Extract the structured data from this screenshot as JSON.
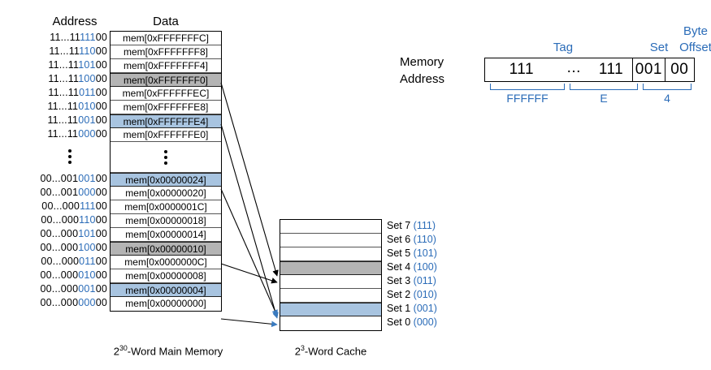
{
  "headers": {
    "address": "Address",
    "data": "Data"
  },
  "memory": {
    "caption_base": "2",
    "caption_exp": "30",
    "caption_rest": "-Word Main Memory",
    "upper_rows": [
      {
        "prefix": "11...11",
        "set_bits": "111",
        "offset": "00",
        "data": "mem[0xFFFFFFFC]",
        "fill": "none"
      },
      {
        "prefix": "11...11",
        "set_bits": "110",
        "offset": "00",
        "data": "mem[0xFFFFFFF8]",
        "fill": "none"
      },
      {
        "prefix": "11...11",
        "set_bits": "101",
        "offset": "00",
        "data": "mem[0xFFFFFFF4]",
        "fill": "none"
      },
      {
        "prefix": "11...11",
        "set_bits": "100",
        "offset": "00",
        "data": "mem[0xFFFFFFF0]",
        "fill": "gray"
      },
      {
        "prefix": "11...11",
        "set_bits": "011",
        "offset": "00",
        "data": "mem[0xFFFFFFEC]",
        "fill": "none"
      },
      {
        "prefix": "11...11",
        "set_bits": "010",
        "offset": "00",
        "data": "mem[0xFFFFFFE8]",
        "fill": "none"
      },
      {
        "prefix": "11...11",
        "set_bits": "001",
        "offset": "00",
        "data": "mem[0xFFFFFFE4]",
        "fill": "blue"
      },
      {
        "prefix": "11...11",
        "set_bits": "000",
        "offset": "00",
        "data": "mem[0xFFFFFFE0]",
        "fill": "none"
      }
    ],
    "ellipsis": "vertical-ellipsis",
    "lower_rows": [
      {
        "prefix": "00...001",
        "set_bits": "001",
        "offset": "00",
        "data": "mem[0x00000024]",
        "fill": "blue"
      },
      {
        "prefix": "00...001",
        "set_bits": "000",
        "offset": "00",
        "data": "mem[0x00000020]",
        "fill": "none"
      },
      {
        "prefix": "00...000",
        "set_bits": "111",
        "offset": "00",
        "data": "mem[0x0000001C]",
        "fill": "none"
      },
      {
        "prefix": "00...000",
        "set_bits": "110",
        "offset": "00",
        "data": "mem[0x00000018]",
        "fill": "none"
      },
      {
        "prefix": "00...000",
        "set_bits": "101",
        "offset": "00",
        "data": "mem[0x00000014]",
        "fill": "none"
      },
      {
        "prefix": "00...000",
        "set_bits": "100",
        "offset": "00",
        "data": "mem[0x00000010]",
        "fill": "gray"
      },
      {
        "prefix": "00...000",
        "set_bits": "011",
        "offset": "00",
        "data": "mem[0x0000000C]",
        "fill": "none"
      },
      {
        "prefix": "00...000",
        "set_bits": "010",
        "offset": "00",
        "data": "mem[0x00000008]",
        "fill": "none"
      },
      {
        "prefix": "00...000",
        "set_bits": "001",
        "offset": "00",
        "data": "mem[0x00000004]",
        "fill": "blue"
      },
      {
        "prefix": "00...000",
        "set_bits": "000",
        "offset": "00",
        "data": "mem[0x00000000]",
        "fill": "none"
      }
    ]
  },
  "cache": {
    "caption_base": "2",
    "caption_exp": "3",
    "caption_rest": "-Word Cache",
    "rows": [
      {
        "label": "Set 7",
        "bits": "(111)",
        "fill": "none"
      },
      {
        "label": "Set 6",
        "bits": "(110)",
        "fill": "none"
      },
      {
        "label": "Set 5",
        "bits": "(101)",
        "fill": "none"
      },
      {
        "label": "Set 4",
        "bits": "(100)",
        "fill": "gray"
      },
      {
        "label": "Set 3",
        "bits": "(011)",
        "fill": "none"
      },
      {
        "label": "Set 2",
        "bits": "(010)",
        "fill": "none"
      },
      {
        "label": "Set 1",
        "bits": "(001)",
        "fill": "blue"
      },
      {
        "label": "Set 0",
        "bits": "(000)",
        "fill": "none"
      }
    ]
  },
  "address_breakdown": {
    "label_line1": "Memory",
    "label_line2": "Address",
    "captions": {
      "tag": "Tag",
      "set": "Set",
      "byte": "Byte",
      "offset": "Offset"
    },
    "fields": {
      "tag_high": "111",
      "tag_dots": "...",
      "tag_low": "111",
      "set": "001",
      "byte_offset": "00"
    },
    "hex": {
      "tag": "FFFFFF",
      "mid": "E",
      "low": "4"
    }
  },
  "colors": {
    "accent_blue": "#2b6cb8",
    "highlight_blue": "#a8c4e0",
    "highlight_gray": "#b4b4b4"
  }
}
